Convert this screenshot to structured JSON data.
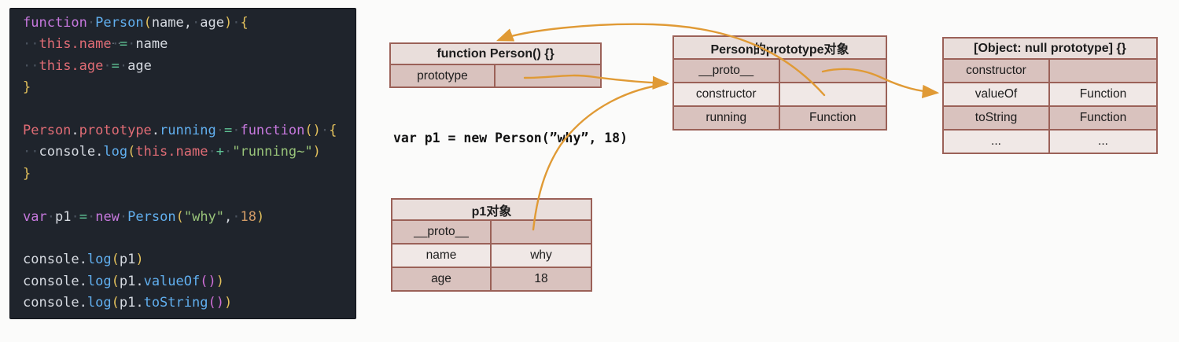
{
  "palette": {
    "kw": "#c678dd",
    "fn": "#61afef",
    "pk": "#e06c75",
    "op": "#5fc496",
    "st": "#98c379",
    "nu": "#d19a66",
    "tx": "#d6dae1",
    "b1": "#e2c05c",
    "b2": "#cf6fd8",
    "ws": "#4a525e",
    "editor-bg": "#1f242c",
    "arrow": "#e09a35",
    "tborder": "#9b6158",
    "thead-bg": "#e9dedb",
    "row-dark": "#d9c2be",
    "row-light": "#f0e8e6"
  },
  "code_panel": {
    "hint": "···",
    "lines": [
      {
        "tokens": [
          {
            "t": "function",
            "c": "kw"
          },
          {
            "t": "·",
            "c": "ws"
          },
          {
            "t": "Person",
            "c": "fn"
          },
          {
            "t": "(",
            "c": "b1"
          },
          {
            "t": "name",
            "c": "tx"
          },
          {
            "t": ",",
            "c": "tx"
          },
          {
            "t": "·",
            "c": "ws"
          },
          {
            "t": "age",
            "c": "tx"
          },
          {
            "t": ")",
            "c": "b1"
          },
          {
            "t": "·",
            "c": "ws"
          },
          {
            "t": "{",
            "c": "b1"
          }
        ]
      },
      {
        "tokens": [
          {
            "t": "··",
            "c": "ws"
          },
          {
            "t": "this.name",
            "c": "pk"
          },
          {
            "t": "·",
            "c": "ws"
          },
          {
            "t": "=",
            "c": "op"
          },
          {
            "t": "·",
            "c": "ws"
          },
          {
            "t": "name",
            "c": "tx"
          }
        ]
      },
      {
        "tokens": [
          {
            "t": "··",
            "c": "ws"
          },
          {
            "t": "this.age",
            "c": "pk"
          },
          {
            "t": "·",
            "c": "ws"
          },
          {
            "t": "=",
            "c": "op"
          },
          {
            "t": "·",
            "c": "ws"
          },
          {
            "t": "age",
            "c": "tx"
          }
        ]
      },
      {
        "tokens": [
          {
            "t": "}",
            "c": "b1"
          }
        ]
      },
      {
        "tokens": []
      },
      {
        "tokens": [
          {
            "t": "Person",
            "c": "pk"
          },
          {
            "t": ".",
            "c": "tx"
          },
          {
            "t": "prototype",
            "c": "pk"
          },
          {
            "t": ".",
            "c": "tx"
          },
          {
            "t": "running",
            "c": "fn"
          },
          {
            "t": "·",
            "c": "ws"
          },
          {
            "t": "=",
            "c": "op"
          },
          {
            "t": "·",
            "c": "ws"
          },
          {
            "t": "function",
            "c": "kw"
          },
          {
            "t": "()",
            "c": "b1"
          },
          {
            "t": "·",
            "c": "ws"
          },
          {
            "t": "{",
            "c": "b1"
          }
        ]
      },
      {
        "tokens": [
          {
            "t": "··",
            "c": "ws"
          },
          {
            "t": "console.",
            "c": "tx"
          },
          {
            "t": "log",
            "c": "fn"
          },
          {
            "t": "(",
            "c": "b1"
          },
          {
            "t": "this.name",
            "c": "pk"
          },
          {
            "t": "·",
            "c": "ws"
          },
          {
            "t": "+",
            "c": "op"
          },
          {
            "t": "·",
            "c": "ws"
          },
          {
            "t": "\"running~\"",
            "c": "st"
          },
          {
            "t": ")",
            "c": "b1"
          }
        ]
      },
      {
        "tokens": [
          {
            "t": "}",
            "c": "b1"
          }
        ]
      },
      {
        "tokens": []
      },
      {
        "tokens": [
          {
            "t": "var",
            "c": "kw"
          },
          {
            "t": "·",
            "c": "ws"
          },
          {
            "t": "p1",
            "c": "tx"
          },
          {
            "t": "·",
            "c": "ws"
          },
          {
            "t": "=",
            "c": "op"
          },
          {
            "t": "·",
            "c": "ws"
          },
          {
            "t": "new",
            "c": "kw"
          },
          {
            "t": "·",
            "c": "ws"
          },
          {
            "t": "Person",
            "c": "fn"
          },
          {
            "t": "(",
            "c": "b1"
          },
          {
            "t": "\"why\"",
            "c": "st"
          },
          {
            "t": ",",
            "c": "tx"
          },
          {
            "t": "·",
            "c": "ws"
          },
          {
            "t": "18",
            "c": "nu"
          },
          {
            "t": ")",
            "c": "b1"
          }
        ]
      },
      {
        "tokens": []
      },
      {
        "tokens": [
          {
            "t": "console.",
            "c": "tx"
          },
          {
            "t": "log",
            "c": "fn"
          },
          {
            "t": "(",
            "c": "b1"
          },
          {
            "t": "p1",
            "c": "tx"
          },
          {
            "t": ")",
            "c": "b1"
          }
        ]
      },
      {
        "tokens": [
          {
            "t": "console.",
            "c": "tx"
          },
          {
            "t": "log",
            "c": "fn"
          },
          {
            "t": "(",
            "c": "b1"
          },
          {
            "t": "p1.",
            "c": "tx"
          },
          {
            "t": "valueOf",
            "c": "fn"
          },
          {
            "t": "()",
            "c": "b2"
          },
          {
            "t": ")",
            "c": "b1"
          }
        ]
      },
      {
        "tokens": [
          {
            "t": "console.",
            "c": "tx"
          },
          {
            "t": "log",
            "c": "fn"
          },
          {
            "t": "(",
            "c": "b1"
          },
          {
            "t": "p1.",
            "c": "tx"
          },
          {
            "t": "toString",
            "c": "fn"
          },
          {
            "t": "()",
            "c": "b2"
          },
          {
            "t": ")",
            "c": "b1"
          }
        ]
      }
    ]
  },
  "diagram": {
    "statement": "var p1 = new Person(”why”, 18)",
    "tables": [
      {
        "id": "function-person",
        "title": "function Person() {}",
        "rows": [
          {
            "key": "prototype",
            "value": ""
          }
        ]
      },
      {
        "id": "person-prototype",
        "title": "Person的prototype对象",
        "rows": [
          {
            "key": "__proto__",
            "value": ""
          },
          {
            "key": "constructor",
            "value": ""
          },
          {
            "key": "running",
            "value": "Function"
          }
        ]
      },
      {
        "id": "object-null-prototype",
        "title": "[Object: null prototype] {}",
        "rows": [
          {
            "key": "constructor",
            "value": ""
          },
          {
            "key": "valueOf",
            "value": "Function"
          },
          {
            "key": "toString",
            "value": "Function"
          },
          {
            "key": "...",
            "value": "..."
          }
        ]
      },
      {
        "id": "p1-object",
        "title": "p1对象",
        "rows": [
          {
            "key": "__proto__",
            "value": ""
          },
          {
            "key": "name",
            "value": "why"
          },
          {
            "key": "age",
            "value": "18"
          }
        ]
      }
    ]
  }
}
